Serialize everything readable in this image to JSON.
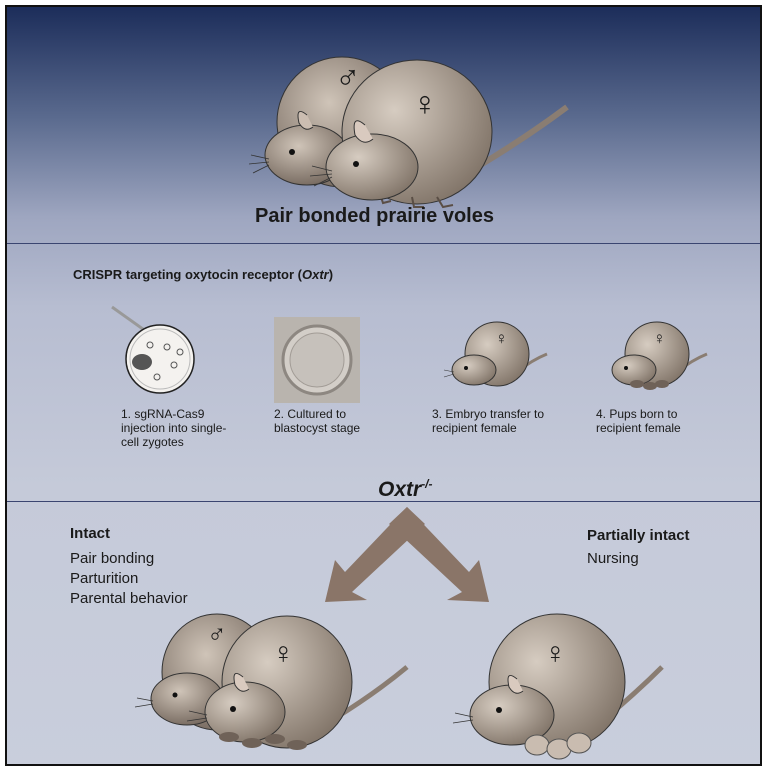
{
  "title": "Pair bonded prairie voles",
  "crispr": {
    "prefix": "CRISPR targeting oxytocin receptor (",
    "gene": "Oxtr",
    "suffix": ")"
  },
  "steps": [
    {
      "label": "1. sgRNA-Cas9 injection into single-cell zygotes"
    },
    {
      "label": "2. Cultured to blastocyst stage"
    },
    {
      "label": "3. Embryo transfer to recipient female"
    },
    {
      "label": "4. Pups born to recipient female"
    }
  ],
  "knockout": {
    "gene": "Oxtr",
    "superscript": "-/-"
  },
  "intact": {
    "heading": "Intact",
    "items": [
      "Pair bonding",
      "Parturition",
      "Parental behavior"
    ]
  },
  "partial": {
    "heading": "Partially intact",
    "items": [
      "Nursing"
    ]
  },
  "symbols": {
    "male": "♂",
    "female": "♀"
  },
  "colors": {
    "vole_body": "#9c8f82",
    "vole_dark": "#6f6258",
    "arrow": "#8a7568",
    "header_dark": "#1c2d5a"
  }
}
